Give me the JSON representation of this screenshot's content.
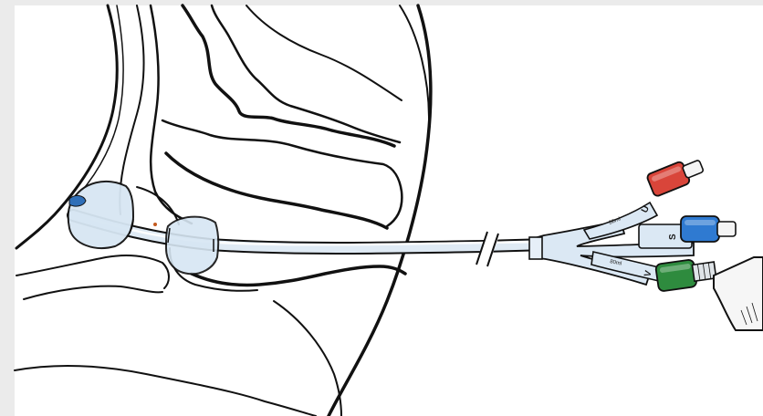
{
  "catheter": {
    "ports": [
      {
        "letter": "U",
        "volume": "80ml",
        "cap_color": "#d9453a"
      },
      {
        "letter": "S",
        "volume": "",
        "cap_color": "#2f7ad1"
      },
      {
        "letter": "V",
        "volume": "80ml",
        "cap_color": "#2e8b3e"
      }
    ]
  }
}
